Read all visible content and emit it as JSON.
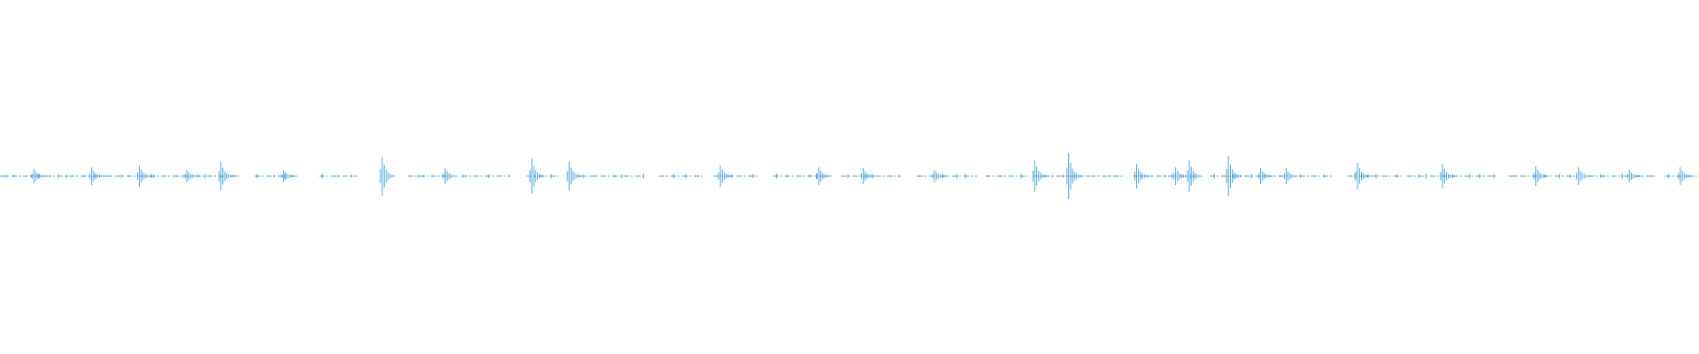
{
  "waveform": {
    "color": "#4ea3dc"
  },
  "chart_data": {
    "type": "line",
    "title": "",
    "xlabel": "",
    "ylabel": "",
    "grid": false,
    "legend": "none",
    "ylim": [
      -1,
      1
    ],
    "segments": [
      [
        0.0,
        0.142
      ],
      [
        0.15,
        0.175
      ],
      [
        0.188,
        0.21
      ],
      [
        0.24,
        0.265
      ],
      [
        0.272,
        0.3
      ],
      [
        0.31,
        0.33
      ],
      [
        0.34,
        0.38
      ],
      [
        0.388,
        0.415
      ],
      [
        0.42,
        0.446
      ],
      [
        0.455,
        0.488
      ],
      [
        0.495,
        0.53
      ],
      [
        0.54,
        0.575
      ],
      [
        0.58,
        0.605
      ],
      [
        0.608,
        0.662
      ],
      [
        0.667,
        0.705
      ],
      [
        0.712,
        0.76
      ],
      [
        0.765,
        0.785
      ],
      [
        0.793,
        0.825
      ],
      [
        0.828,
        0.882
      ],
      [
        0.888,
        0.928
      ],
      [
        0.935,
        0.975
      ],
      [
        0.98,
        1.0
      ]
    ],
    "spikes": [
      {
        "x": 0.02,
        "amp": 0.08
      },
      {
        "x": 0.054,
        "amp": 0.1
      },
      {
        "x": 0.082,
        "amp": 0.12
      },
      {
        "x": 0.11,
        "amp": 0.07
      },
      {
        "x": 0.13,
        "amp": 0.16
      },
      {
        "x": 0.167,
        "amp": 0.07
      },
      {
        "x": 0.225,
        "amp": 0.22
      },
      {
        "x": 0.262,
        "amp": 0.09
      },
      {
        "x": 0.313,
        "amp": 0.2
      },
      {
        "x": 0.335,
        "amp": 0.16
      },
      {
        "x": 0.424,
        "amp": 0.12
      },
      {
        "x": 0.482,
        "amp": 0.1
      },
      {
        "x": 0.508,
        "amp": 0.09
      },
      {
        "x": 0.55,
        "amp": 0.07
      },
      {
        "x": 0.609,
        "amp": 0.18
      },
      {
        "x": 0.629,
        "amp": 0.26
      },
      {
        "x": 0.669,
        "amp": 0.14
      },
      {
        "x": 0.692,
        "amp": 0.1
      },
      {
        "x": 0.7,
        "amp": 0.18
      },
      {
        "x": 0.723,
        "amp": 0.23
      },
      {
        "x": 0.742,
        "amp": 0.09
      },
      {
        "x": 0.757,
        "amp": 0.09
      },
      {
        "x": 0.799,
        "amp": 0.15
      },
      {
        "x": 0.849,
        "amp": 0.14
      },
      {
        "x": 0.904,
        "amp": 0.11
      },
      {
        "x": 0.929,
        "amp": 0.1
      },
      {
        "x": 0.959,
        "amp": 0.07
      },
      {
        "x": 0.989,
        "amp": 0.1
      }
    ]
  }
}
